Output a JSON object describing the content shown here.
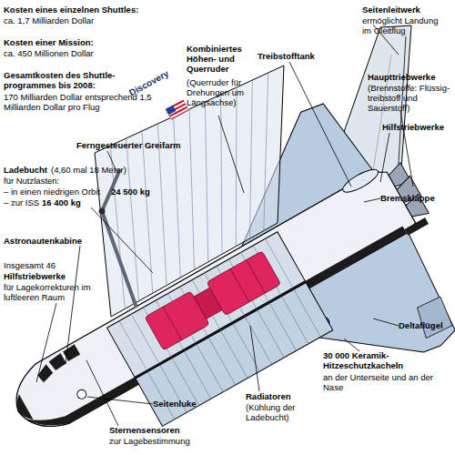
{
  "diagram": {
    "labels": [
      "Kosten eines einzelnen Shuttles:",
      "ca. 1,7 Milliarden Dollar",
      "Kosten einer Mission:",
      "ca. 450 Millionen Dollar",
      "Gesamtkosten des Shuttle- programmes bis 2008:",
      "170 Milliarden Dollar entsprechend 1,5 Milliarden Dollar pro Flug",
      "Kombiniertes Höhen- und Querruder",
      "(Querruder für Drehungen um Längsachse)",
      "Treibstofftank",
      "Seitenleitwerk",
      "ermöglicht Landung im Gleitflug",
      "Haupttriebwerke",
      "(Brennstoffe: Flüssig- treibstoff und Sauerstoff)",
      "Hilfstriebwerke",
      "Ferngesteuerter Greifarm",
      "Ladebucht",
      "(4,60 mal 18 Meter)",
      "für Nutzlasten:",
      "– in einen niedrigen Orbit",
      "24 500 kg",
      "– zur ISS",
      "16 400 kg",
      "Discovery",
      "Bremsklappe",
      "Astronautenkabine",
      "Insgesamt 46",
      "Hilfstriebwerke",
      "für Lagekorrekturen im luftleeren Raum",
      "Deltaflügel",
      "30 000 Keramik- Hitzeschutzkacheln",
      "an der Unterseite und an der Nase",
      "Seitenluke",
      "Radiatoren",
      "(Kühlung der Ladebucht)",
      "Sternensensoren",
      "zur Lagebestimmung"
    ]
  }
}
